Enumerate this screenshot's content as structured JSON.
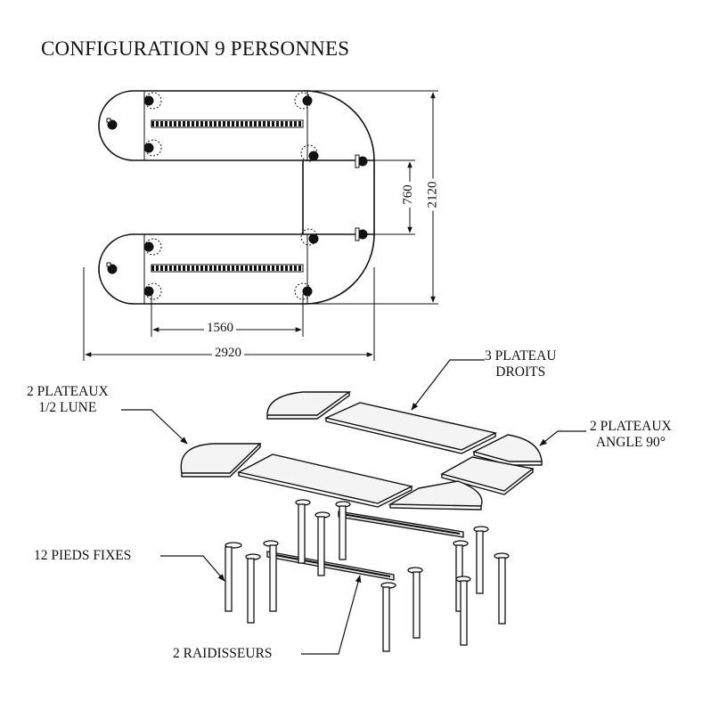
{
  "title": "CONFIGURATION 9 PERSONNES",
  "dimensions": {
    "inner_width": "1560",
    "total_width": "2920",
    "gap_height": "760",
    "total_height": "2120"
  },
  "labels": {
    "straight_tops_line1": "3 PLATEAU",
    "straight_tops_line2": "DROITS",
    "half_moon_line1": "2 PLATEAUX",
    "half_moon_line2": "1/2 LUNE",
    "corner_line1": "2 PLATEAUX",
    "corner_line2": "ANGLE 90°",
    "legs": "12 PIEDS FIXES",
    "stiffeners": "2 RAIDISSEURS"
  },
  "colors": {
    "line": "#111111",
    "top_fill": "#f2f2f2",
    "background": "#ffffff"
  }
}
